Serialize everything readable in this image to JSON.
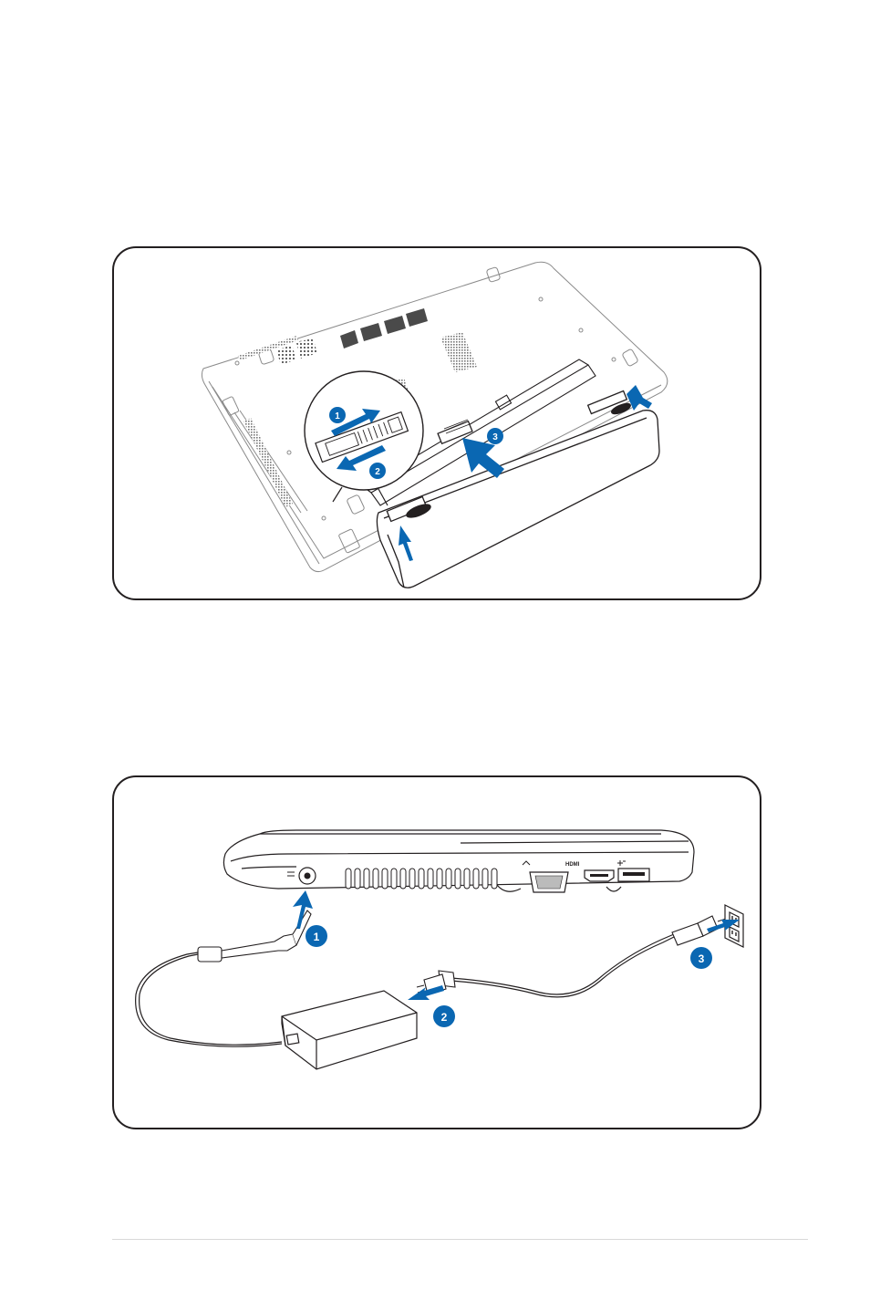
{
  "figures": {
    "battery_install": {
      "steps": [
        "1",
        "2",
        "3"
      ]
    },
    "power_connect": {
      "steps": [
        "1",
        "2",
        "3"
      ],
      "port_labels": {
        "hdmi": "HDMI"
      }
    }
  },
  "colors": {
    "accent": "#0a67b2",
    "line": "#231f20",
    "outline": "#8a8a8a",
    "rule": "#d9d9d9"
  },
  "icons": [
    "dc-in-icon",
    "vga-icon",
    "usb-icon",
    "wall-outlet-icon",
    "arrow-icon"
  ]
}
